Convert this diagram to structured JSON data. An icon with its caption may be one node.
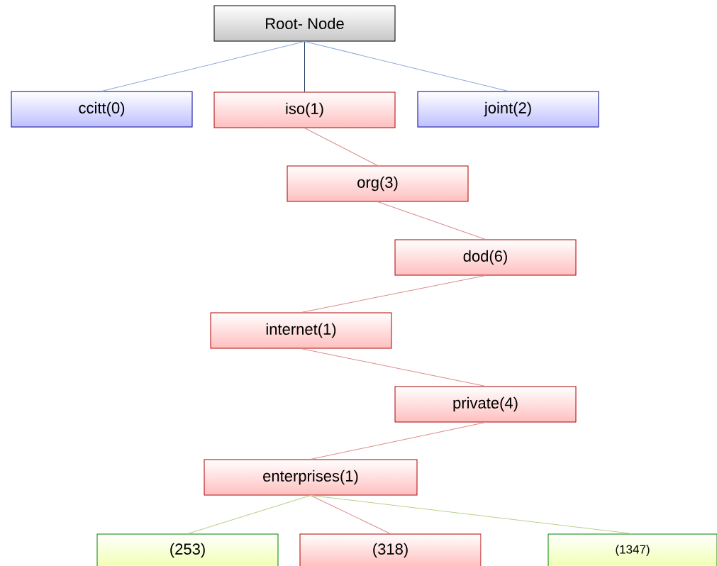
{
  "diagram": {
    "nodes": [
      {
        "text": [
          "Root- Node"
        ]
      },
      {
        "text": [
          "ccitt(0)"
        ]
      },
      {
        "text": [
          "iso(1)"
        ]
      },
      {
        "text": [
          "joint(2)"
        ]
      },
      {
        "text": [
          "org(3)"
        ]
      },
      {
        "text": [
          "dod(6)"
        ]
      },
      {
        "text": [
          "internet(1)"
        ]
      },
      {
        "text": [
          "private(4)"
        ]
      },
      {
        "text": [
          "enterprises(1)"
        ]
      },
      {
        "text": [
          "(253)"
        ]
      },
      {
        "text": [
          "(318)"
        ]
      },
      {
        "text": [
          "(1347)"
        ]
      }
    ],
    "edges": [
      {
        "from": 0,
        "to": 1,
        "arrow": "none",
        "color": "#8eaadb"
      },
      {
        "from": 0,
        "to": 2,
        "arrow": "none",
        "color": "#1f3864"
      },
      {
        "from": 0,
        "to": 3,
        "arrow": "none",
        "color": "#8eaadb"
      },
      {
        "from": 2,
        "to": 4,
        "arrow": "none"
      },
      {
        "from": 4,
        "to": 5,
        "arrow": "none"
      },
      {
        "from": 5,
        "to": 6,
        "arrow": "none"
      },
      {
        "from": 6,
        "to": 7,
        "arrow": "none"
      },
      {
        "from": 7,
        "to": 8,
        "arrow": "none"
      },
      {
        "from": 8,
        "to": 9,
        "arrow": "none",
        "color": "#b5d38b"
      },
      {
        "from": 8,
        "to": 10,
        "arrow": "none"
      },
      {
        "from": 8,
        "to": 11,
        "arrow": "none",
        "color": "#b5d38b"
      }
    ]
  }
}
